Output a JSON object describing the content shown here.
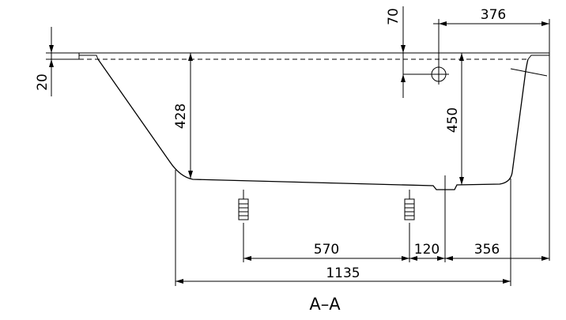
{
  "dimensions": {
    "overflow_height": "70",
    "overflow_offset": "376",
    "rim_thickness": "20",
    "depth_inner": "428",
    "depth_outlet": "450",
    "feet_spacing": "570",
    "outlet_offset": "120",
    "end_offset": "356",
    "total_length": "1135"
  },
  "section_label": "A–A"
}
